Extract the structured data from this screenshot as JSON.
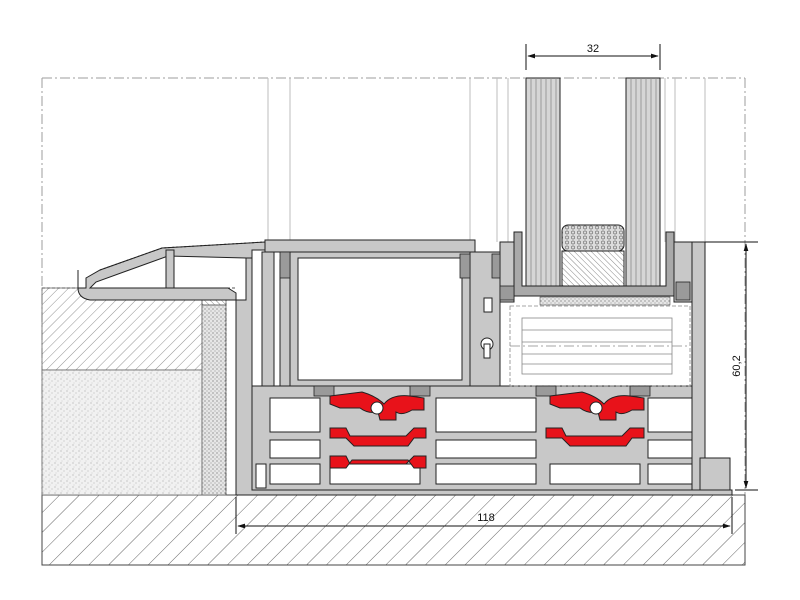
{
  "dimensions": {
    "glass_width": "32",
    "frame_height": "60,2",
    "frame_width": "118"
  },
  "colors": {
    "aluminium": "#c8c8c8",
    "aluminium_dark": "#a9a9a9",
    "thermal_break": "#e8121a",
    "glass": "#d6d6d6",
    "line": "#222222",
    "construction": "#9e9e9e"
  }
}
